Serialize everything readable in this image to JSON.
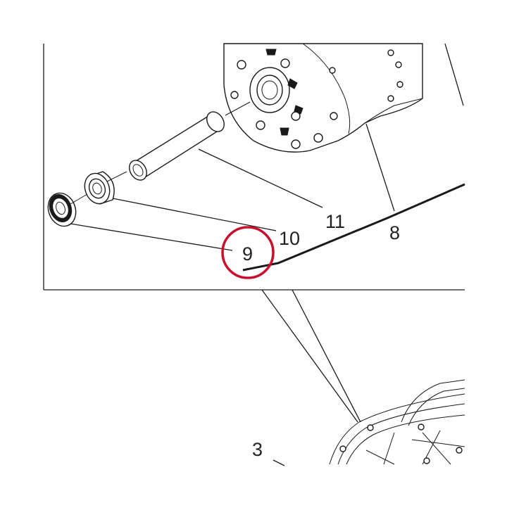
{
  "callouts": {
    "c3": "3",
    "c8": "8",
    "c9": "9",
    "c10": "10",
    "c11": "11"
  },
  "highlight": {
    "label": "9",
    "color": "#c8102e"
  }
}
